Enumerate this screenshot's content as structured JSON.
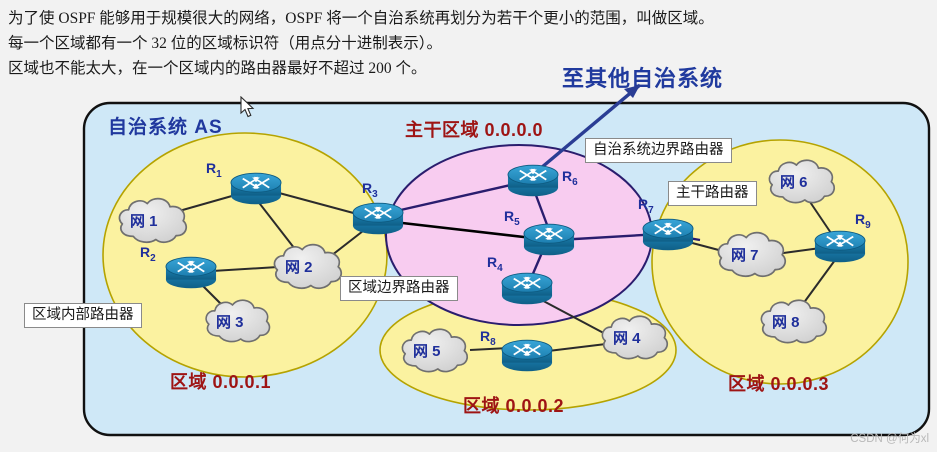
{
  "prose": {
    "lines": [
      "为了使 OSPF 能够用于规模很大的网络，OSPF 将一个自治系统再划分为若干个更小的范围，叫做区域。",
      "每一个区域都有一个 32 位的区域标识符（用点分十进制表示）。",
      "区域也不能太大，在一个区域内的路由器最好不超过 200 个。"
    ]
  },
  "diagram": {
    "to_other_as_label": "至其他自治系统",
    "as_title": "自治系统 AS",
    "backbone_title": "主干区域 0.0.0.0",
    "areas": [
      {
        "id": "area1",
        "label": "区域 0.0.0.1"
      },
      {
        "id": "area2",
        "label": "区域 0.0.0.2"
      },
      {
        "id": "area3",
        "label": "区域 0.0.0.3"
      }
    ],
    "callouts": [
      {
        "id": "internal-router",
        "label": "区域内部路由器"
      },
      {
        "id": "area-border",
        "label": "区域边界路由器"
      },
      {
        "id": "as-border",
        "label": "自治系统边界路由器"
      },
      {
        "id": "backbone-router",
        "label": "主干路由器"
      }
    ],
    "routers": [
      {
        "id": "R1",
        "label": "R",
        "sub": "1"
      },
      {
        "id": "R2",
        "label": "R",
        "sub": "2"
      },
      {
        "id": "R3",
        "label": "R",
        "sub": "3"
      },
      {
        "id": "R4",
        "label": "R",
        "sub": "4"
      },
      {
        "id": "R5",
        "label": "R",
        "sub": "5"
      },
      {
        "id": "R6",
        "label": "R",
        "sub": "6"
      },
      {
        "id": "R7",
        "label": "R",
        "sub": "7"
      },
      {
        "id": "R8",
        "label": "R",
        "sub": "8"
      },
      {
        "id": "R9",
        "label": "R",
        "sub": "9"
      }
    ],
    "networks": [
      {
        "id": "N1",
        "label": "网 1"
      },
      {
        "id": "N2",
        "label": "网 2"
      },
      {
        "id": "N3",
        "label": "网 3"
      },
      {
        "id": "N4",
        "label": "网 4"
      },
      {
        "id": "N5",
        "label": "网 5"
      },
      {
        "id": "N6",
        "label": "网 6"
      },
      {
        "id": "N7",
        "label": "网 7"
      },
      {
        "id": "N8",
        "label": "网 8"
      }
    ],
    "colors": {
      "as_fill": "#cfe8f7",
      "area_fill": "#fbf2a0",
      "backbone_fill": "#f8ccf0",
      "router_blue": "#1f86b8",
      "cloud_gray": "#d9d9d9",
      "label_blue": "#20389e",
      "label_red": "#9e1414",
      "link": "#2b2b2b",
      "backbone_link": "#2a1d6e"
    }
  },
  "watermark": "CSDN @何为xl"
}
